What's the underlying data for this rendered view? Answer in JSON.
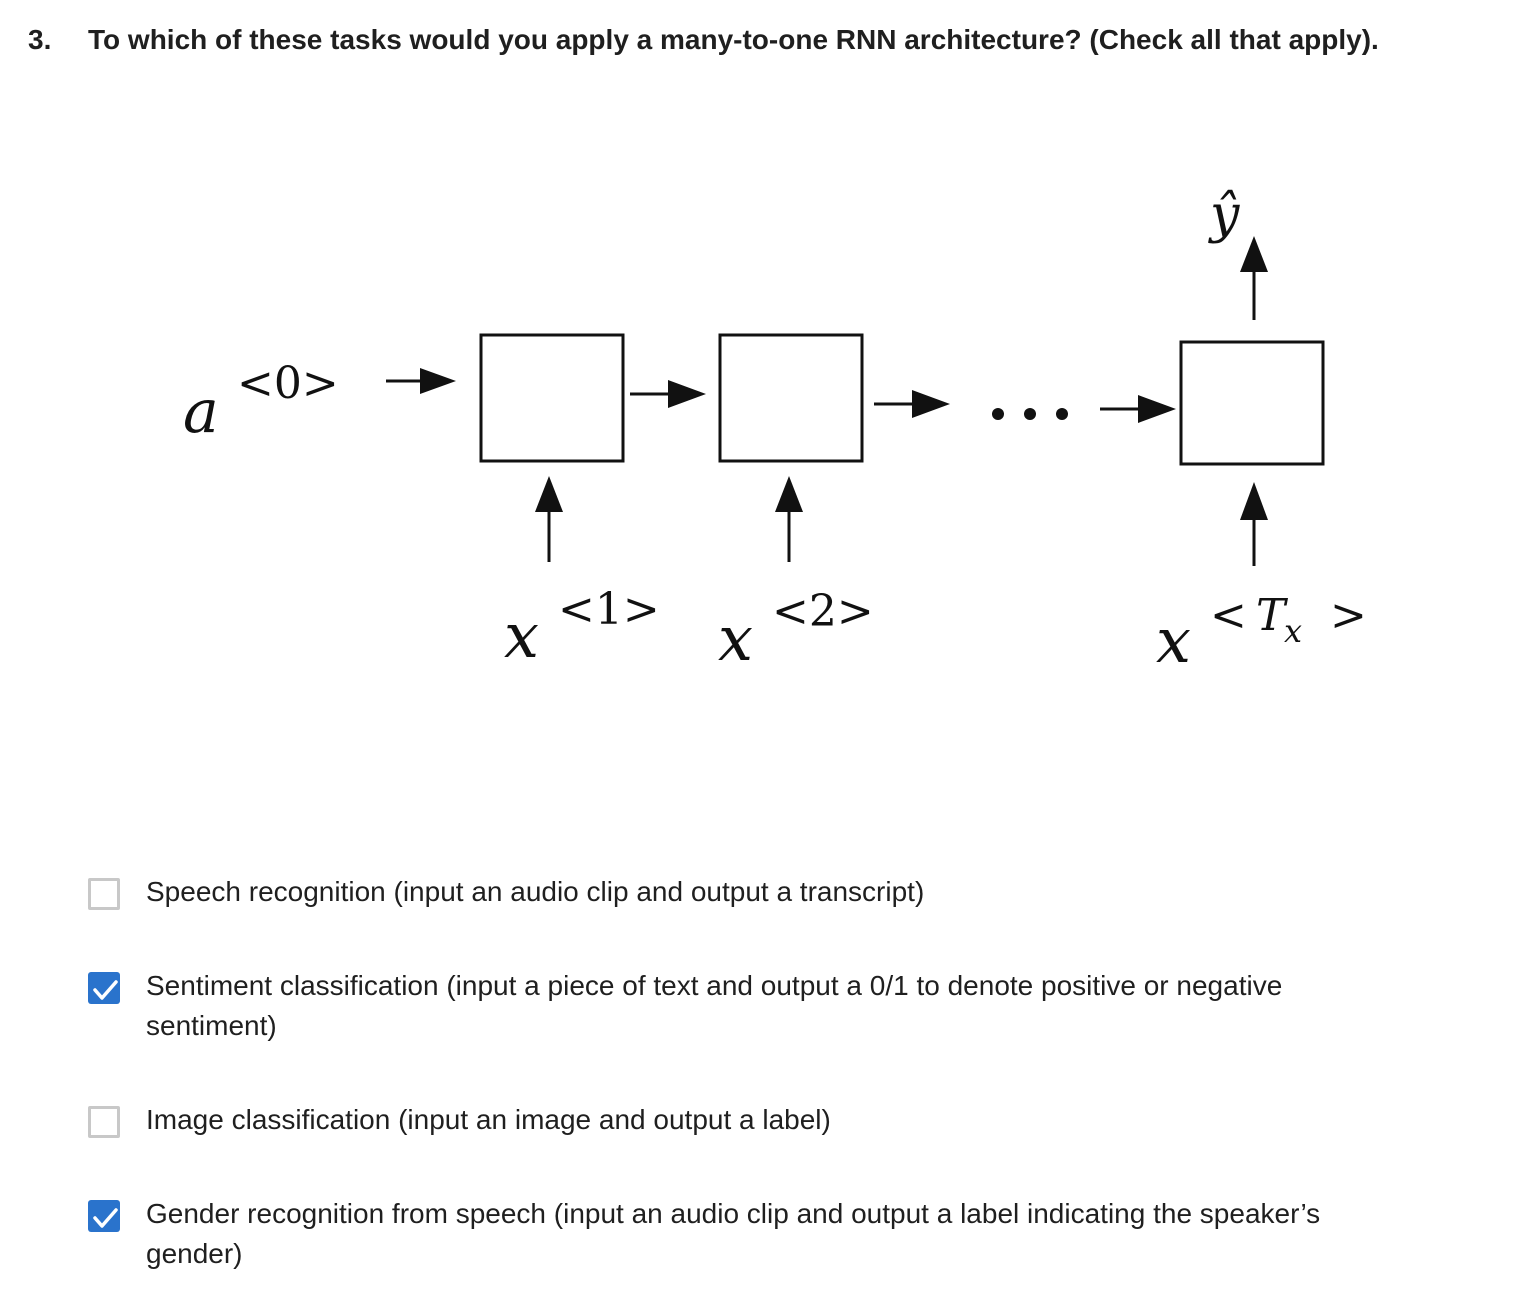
{
  "question": {
    "number": "3.",
    "text": "To which of these tasks would you apply a many-to-one RNN architecture? (Check all that apply)."
  },
  "diagram": {
    "initial_activation": {
      "base": "a",
      "sup": "<0>"
    },
    "inputs": [
      {
        "base": "x",
        "sup": "<1>"
      },
      {
        "base": "x",
        "sup": "<2>"
      },
      {
        "base": "x",
        "sup_open": "<",
        "sup_var": "T",
        "sup_sub": "x",
        "sup_close": ">"
      }
    ],
    "ellipsis": "...",
    "output": "ŷ"
  },
  "options": [
    {
      "label": "Speech recognition (input an audio clip and output a transcript)",
      "checked": false
    },
    {
      "label": "Sentiment classification (input a piece of text and output a 0/1 to denote positive or negative sentiment)",
      "checked": true
    },
    {
      "label": "Image classification (input an image and output a label)",
      "checked": false
    },
    {
      "label": "Gender recognition from speech (input an audio clip and output a label indicating the speaker’s gender)",
      "checked": true
    }
  ],
  "colors": {
    "checked": "#2a73cc",
    "unchecked_border": "#c8c8c8",
    "text": "#1f1f1f"
  }
}
